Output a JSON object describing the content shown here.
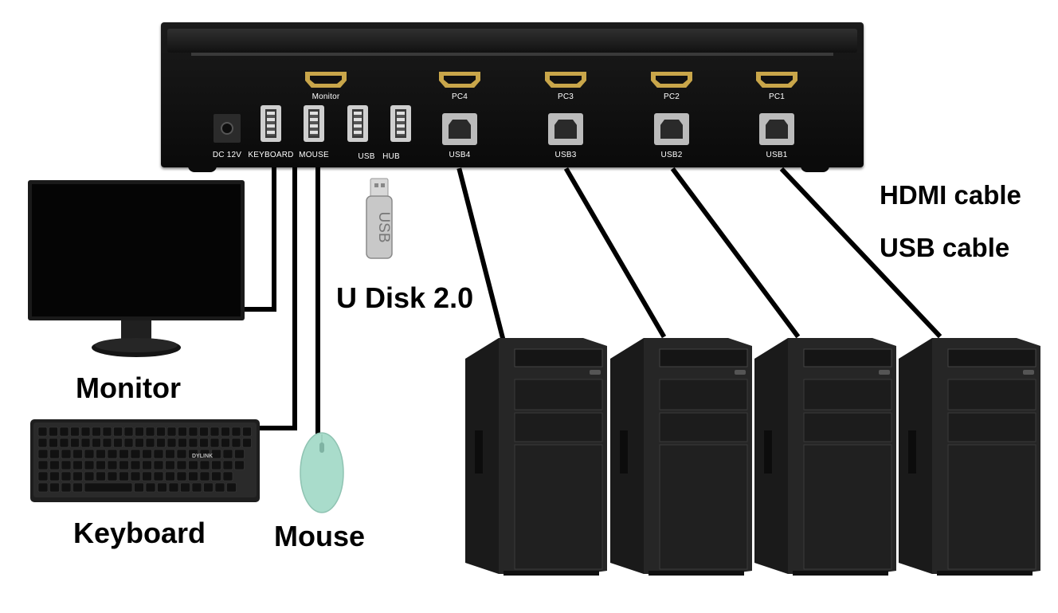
{
  "kvm": {
    "ports": {
      "dc": "DC 12V",
      "keyboard": "KEYBOARD",
      "mouse": "MOUSE",
      "usb": "USB",
      "hub": "HUB",
      "monitor": "Monitor",
      "pc4": "PC4",
      "pc3": "PC3",
      "pc2": "PC2",
      "pc1": "PC1",
      "usb4": "USB4",
      "usb3": "USB3",
      "usb2": "USB2",
      "usb1": "USB1"
    }
  },
  "usb_stick": {
    "text": "USB"
  },
  "keyboard_brand": "DYLINK",
  "labels": {
    "monitor": "Monitor",
    "keyboard": "Keyboard",
    "mouse": "Mouse",
    "u_disk": "U Disk 2.0",
    "hdmi_cable": "HDMI cable",
    "usb_cable": "USB cable"
  },
  "colors": {
    "device": "#111111",
    "hdmi_port": "#c9a64a",
    "mouse": "#a9dccb",
    "usb_stick": "#c8c8c8",
    "background": "#ffffff"
  }
}
